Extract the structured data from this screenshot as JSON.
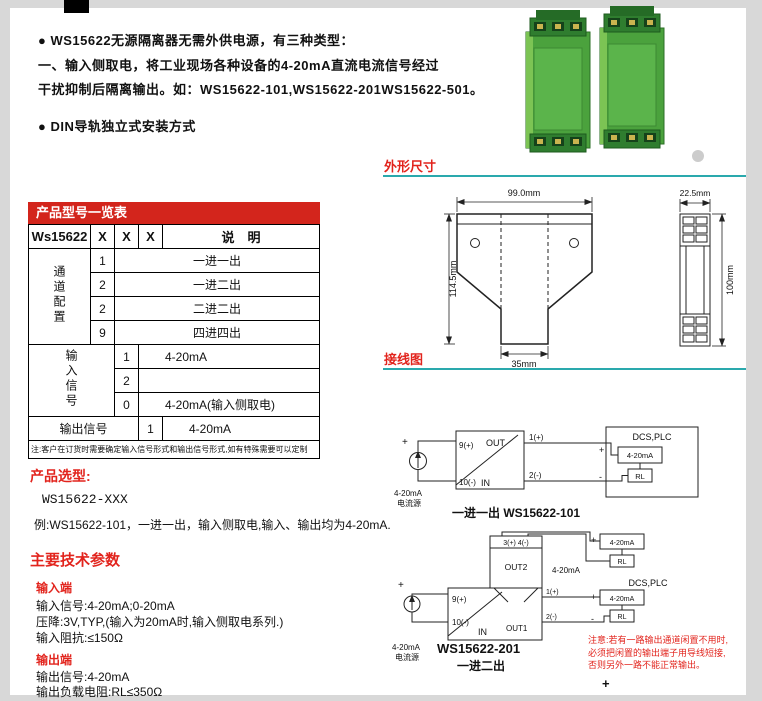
{
  "colors": {
    "accent_red": "#e2241d",
    "table_header_bg": "#d3251c",
    "teal_rule": "#2aa9ad",
    "module_green": "#4ba23d"
  },
  "intro": {
    "line1": "● WS15622无源隔离器无需外供电源，有三种类型：",
    "line2": "一、输入侧取电，将工业现场各种设备的4-20mA直流电流信号经过",
    "line3": "干扰抑制后隔离输出。如：WS15622-101,WS15622-201WS15622-501。",
    "din_line": "● DIN导轨独立式安装方式"
  },
  "model_table": {
    "title": "产品型号一览表",
    "header": {
      "model": "Ws15622",
      "x1": "X",
      "x2": "X",
      "x3": "X",
      "desc": "说　明"
    },
    "channel": {
      "label": "通道配置",
      "rows": [
        {
          "code": "1",
          "desc": "一进一出"
        },
        {
          "code": "2",
          "desc": "一进二出"
        },
        {
          "code": "2",
          "desc": "二进二出"
        },
        {
          "code": "9",
          "desc": "四进四出"
        }
      ]
    },
    "input": {
      "label": "输入信号",
      "rows": [
        {
          "code": "1",
          "desc": "4-20mA"
        },
        {
          "code": "2",
          "desc": ""
        },
        {
          "code": "0",
          "desc": "4-20mA(输入侧取电)"
        }
      ]
    },
    "output": {
      "label": "输出信号",
      "rows": [
        {
          "code": "1",
          "desc": "4-20mA"
        }
      ]
    },
    "note": "注:客户在订货时需要确定输入信号形式和输出信号形式,如有特殊需要可以定制"
  },
  "selection": {
    "title": "产品选型:",
    "model_code": "WS15622-XXX",
    "example": "例:WS15622-101，一进一出，输入侧取电,输入、输出均为4-20mA."
  },
  "specs": {
    "title": "主要技术参数",
    "input": {
      "title": "输入端",
      "lines": [
        "输入信号:4-20mA;0-20mA",
        "压降:3V,TYP,(输入为20mA时,输入侧取电系列.)",
        "输入阻抗:≤150Ω"
      ]
    },
    "output": {
      "title": "输出端",
      "lines": [
        "输出信号:4-20mA",
        "输出负载电阻:RL≤350Ω"
      ]
    }
  },
  "dimensions": {
    "title": "外形尺寸",
    "front_width": "99.0mm",
    "front_height": "114.5mm",
    "base_width": "35mm",
    "side_width": "22.5mm",
    "side_height": "100mm"
  },
  "wiring": {
    "title": "接线图",
    "sym_plus": "+",
    "sym_minus": "-",
    "diagram1": {
      "t9": "9(+)",
      "t10": "10(-)",
      "out": "OUT",
      "in": "IN",
      "t1": "1(+)",
      "t2": "2(-)",
      "source1": "4-20mA",
      "source2": "电流源",
      "dcs": "DCS,PLC",
      "loop": "4-20mA",
      "rl": "RL",
      "caption": "一进一出 WS15622-101"
    },
    "diagram2": {
      "t34": "3(+) 4(-)",
      "out2": "OUT2",
      "t9": "9(+)",
      "t10": "10(-)",
      "in": "IN",
      "out1": "OUT1",
      "t1": "1(+)",
      "t2": "2(-)",
      "source1": "4-20mA",
      "source2": "电流源",
      "loop_mid": "4-20mA",
      "dcs": "DCS,PLC",
      "load1": "4-20mA",
      "load2": "4-20mA",
      "rl": "RL",
      "caption_model": "WS15622-201",
      "caption_type": "一进二出",
      "warning": [
        "注意:若有一路输出通道闲置不用时,",
        "必须把闲置的输出端子用导线短接,",
        "否则另外一路不能正常输出。"
      ]
    },
    "continuation": "+"
  }
}
